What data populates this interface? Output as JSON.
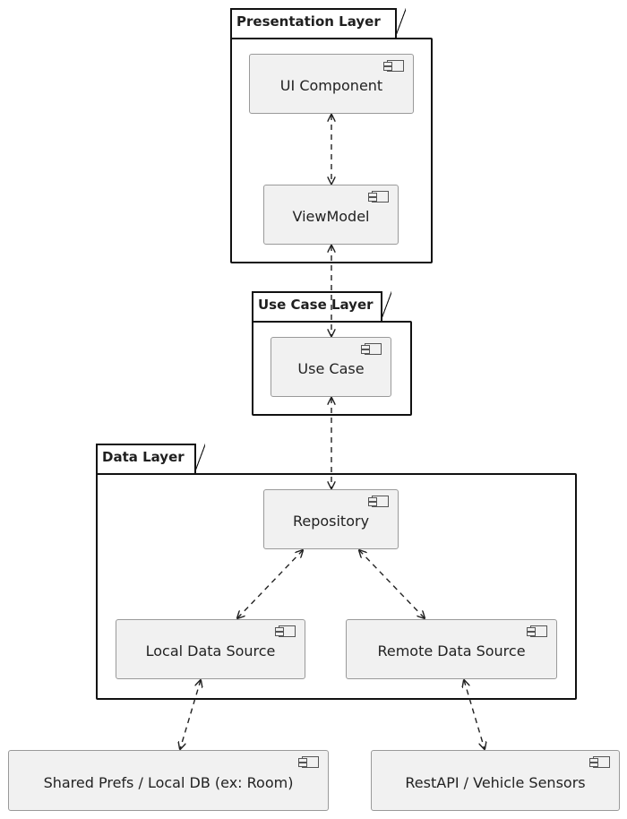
{
  "packages": {
    "presentation": "Presentation Layer",
    "usecase": "Use Case Layer",
    "data": "Data Layer"
  },
  "components": {
    "ui_component": "UI Component",
    "viewmodel": "ViewModel",
    "use_case": "Use Case",
    "repository": "Repository",
    "local_data_source": "Local Data Source",
    "remote_data_source": "Remote Data Source",
    "shared_prefs": "Shared Prefs / Local DB (ex: Room)",
    "rest_api": "RestAPI / Vehicle Sensors"
  },
  "relationships": [
    {
      "from": "ui_component",
      "to": "viewmodel",
      "style": "dashed",
      "arrows": "both"
    },
    {
      "from": "viewmodel",
      "to": "use_case",
      "style": "dashed",
      "arrows": "both"
    },
    {
      "from": "use_case",
      "to": "repository",
      "style": "dashed",
      "arrows": "both"
    },
    {
      "from": "repository",
      "to": "local_data_source",
      "style": "dashed",
      "arrows": "both"
    },
    {
      "from": "repository",
      "to": "remote_data_source",
      "style": "dashed",
      "arrows": "both"
    },
    {
      "from": "local_data_source",
      "to": "shared_prefs",
      "style": "dashed",
      "arrows": "both"
    },
    {
      "from": "remote_data_source",
      "to": "rest_api",
      "style": "dashed",
      "arrows": "both"
    }
  ],
  "colors": {
    "component_fill": "#f1f1f1",
    "component_border": "#9a9a9a",
    "package_border": "#111111",
    "edge": "#222222"
  }
}
